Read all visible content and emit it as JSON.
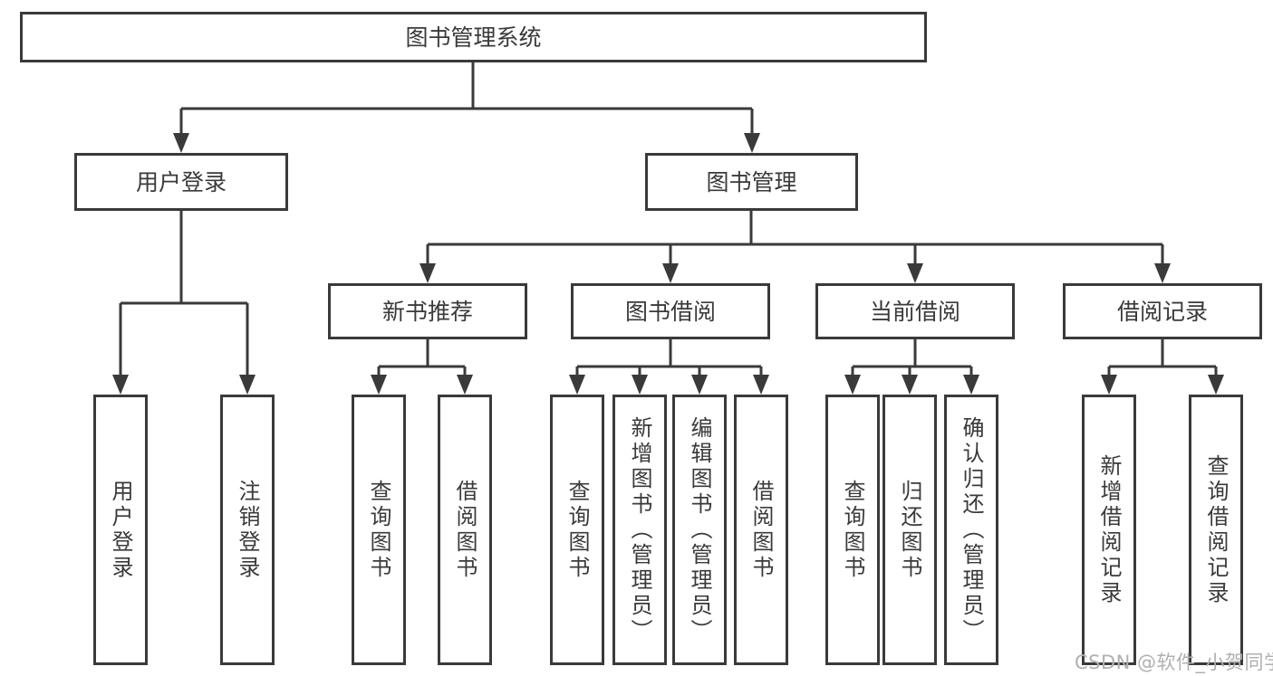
{
  "colors": {
    "line": "#3a3a3a",
    "text": "#3a3a3a",
    "box_background": "#ffffff",
    "page_background": "#ffffff",
    "watermark": "#b0b0b0"
  },
  "watermark": {
    "text": "CSDN @软件_小贺同学"
  },
  "diagram_type": "tree",
  "root": {
    "label": "图书管理系统",
    "children": [
      {
        "label": "用户登录",
        "children": [
          {
            "label": "用户登录"
          },
          {
            "label": "注销登录"
          }
        ]
      },
      {
        "label": "图书管理",
        "children": [
          {
            "label": "新书推荐",
            "children": [
              {
                "label": "查询图书"
              },
              {
                "label": "借阅图书"
              }
            ]
          },
          {
            "label": "图书借阅",
            "children": [
              {
                "label": "查询图书"
              },
              {
                "label": "新增图书（管理员）"
              },
              {
                "label": "编辑图书（管理员）"
              },
              {
                "label": "借阅图书"
              }
            ]
          },
          {
            "label": "当前借阅",
            "children": [
              {
                "label": "查询图书"
              },
              {
                "label": "归还图书"
              },
              {
                "label": "确认归还（管理员）"
              }
            ]
          },
          {
            "label": "借阅记录",
            "children": [
              {
                "label": "新增借阅记录"
              },
              {
                "label": "查询借阅记录"
              }
            ]
          }
        ]
      }
    ]
  }
}
